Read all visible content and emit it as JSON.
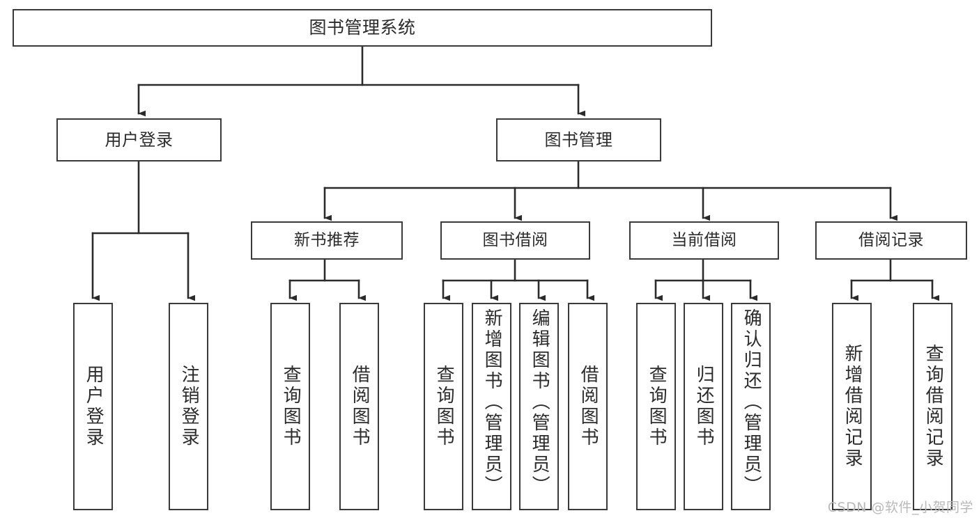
{
  "diagram": {
    "title": "图书管理系统",
    "type": "tree-hierarchy",
    "stroke_color": "#3a3a3a",
    "background_color": "#ffffff",
    "watermark": "CSDN @软件_小贺同学",
    "nodes": {
      "root": {
        "label": "图书管理系统"
      },
      "branches": [
        {
          "id": "user-login",
          "label": "用户登录"
        },
        {
          "id": "book-manage",
          "label": "图书管理"
        }
      ],
      "groups": [
        {
          "id": "new-book-recommend",
          "label": "新书推荐"
        },
        {
          "id": "book-borrow",
          "label": "图书借阅"
        },
        {
          "id": "current-borrow",
          "label": "当前借阅"
        },
        {
          "id": "borrow-record",
          "label": "借阅记录"
        }
      ],
      "leaves": [
        {
          "id": "leaf-user-login",
          "label": "用户登录",
          "parent": "user-login"
        },
        {
          "id": "leaf-logout-login",
          "label": "注销登录",
          "parent": "user-login"
        },
        {
          "id": "leaf-query-book-1",
          "label": "查询图书",
          "parent": "new-book-recommend"
        },
        {
          "id": "leaf-borrow-book-1",
          "label": "借阅图书",
          "parent": "new-book-recommend"
        },
        {
          "id": "leaf-query-book-2",
          "label": "查询图书",
          "parent": "book-borrow"
        },
        {
          "id": "leaf-add-book",
          "label": "新增图书（管理员）",
          "parent": "book-borrow"
        },
        {
          "id": "leaf-edit-book",
          "label": "编辑图书（管理员）",
          "parent": "book-borrow"
        },
        {
          "id": "leaf-borrow-book-2",
          "label": "借阅图书",
          "parent": "book-borrow"
        },
        {
          "id": "leaf-query-book-3",
          "label": "查询图书",
          "parent": "current-borrow"
        },
        {
          "id": "leaf-return-book",
          "label": "归还图书",
          "parent": "current-borrow"
        },
        {
          "id": "leaf-confirm-return",
          "label": "确认归还（管理员）",
          "parent": "current-borrow"
        },
        {
          "id": "leaf-add-record",
          "label": "新增借阅记录",
          "parent": "borrow-record"
        },
        {
          "id": "leaf-query-record",
          "label": "查询借阅记录",
          "parent": "borrow-record"
        }
      ]
    }
  }
}
